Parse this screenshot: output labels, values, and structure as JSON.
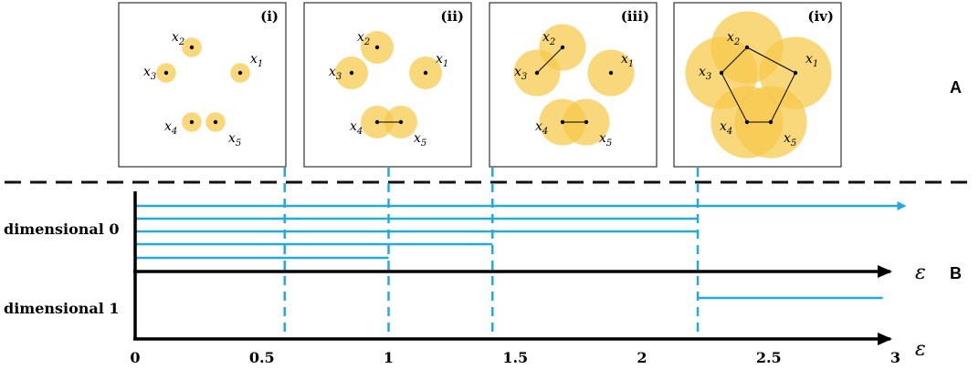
{
  "section_labels": {
    "top": "A",
    "bottom": "B"
  },
  "panels": [
    {
      "label": "(i)",
      "radius_scale": 0.3,
      "edges": []
    },
    {
      "label": "(ii)",
      "radius_scale": 0.5,
      "edges": [
        [
          3,
          4
        ]
      ]
    },
    {
      "label": "(iii)",
      "radius_scale": 0.71,
      "edges": [
        [
          1,
          2
        ],
        [
          3,
          4
        ]
      ]
    },
    {
      "label": "(iv)",
      "radius_scale": 1.1,
      "edges": [
        [
          0,
          1
        ],
        [
          1,
          2
        ],
        [
          2,
          3
        ],
        [
          3,
          4
        ],
        [
          4,
          0
        ]
      ]
    }
  ],
  "points": [
    {
      "name": "x",
      "sub": "1"
    },
    {
      "name": "x",
      "sub": "2"
    },
    {
      "name": "x",
      "sub": "3"
    },
    {
      "name": "x",
      "sub": "4"
    },
    {
      "name": "x",
      "sub": "5"
    }
  ],
  "barcode": {
    "axis_symbol": "ε",
    "ticks": [
      "0",
      "0.5",
      "1",
      "1.5",
      "2",
      "2.5",
      "3"
    ],
    "tick_values": [
      0,
      0.5,
      1,
      1.5,
      2,
      2.5,
      3
    ],
    "row_labels": [
      "dimensional 0",
      "dimensional 1"
    ],
    "panel_epsilons": [
      0.59,
      1.0,
      1.41,
      2.22
    ],
    "dim0_bars": [
      {
        "birth": 0,
        "death": 3.0,
        "arrow": true
      },
      {
        "birth": 0,
        "death": 2.22,
        "arrow": false
      },
      {
        "birth": 0,
        "death": 2.22,
        "arrow": false
      },
      {
        "birth": 0,
        "death": 1.41,
        "arrow": false
      },
      {
        "birth": 0,
        "death": 1.0,
        "arrow": false
      }
    ],
    "dim1_bars": [
      {
        "birth": 2.22,
        "death": 2.95
      }
    ]
  },
  "colors": {
    "ball": "#f7c94a",
    "bar": "#22aadf"
  }
}
